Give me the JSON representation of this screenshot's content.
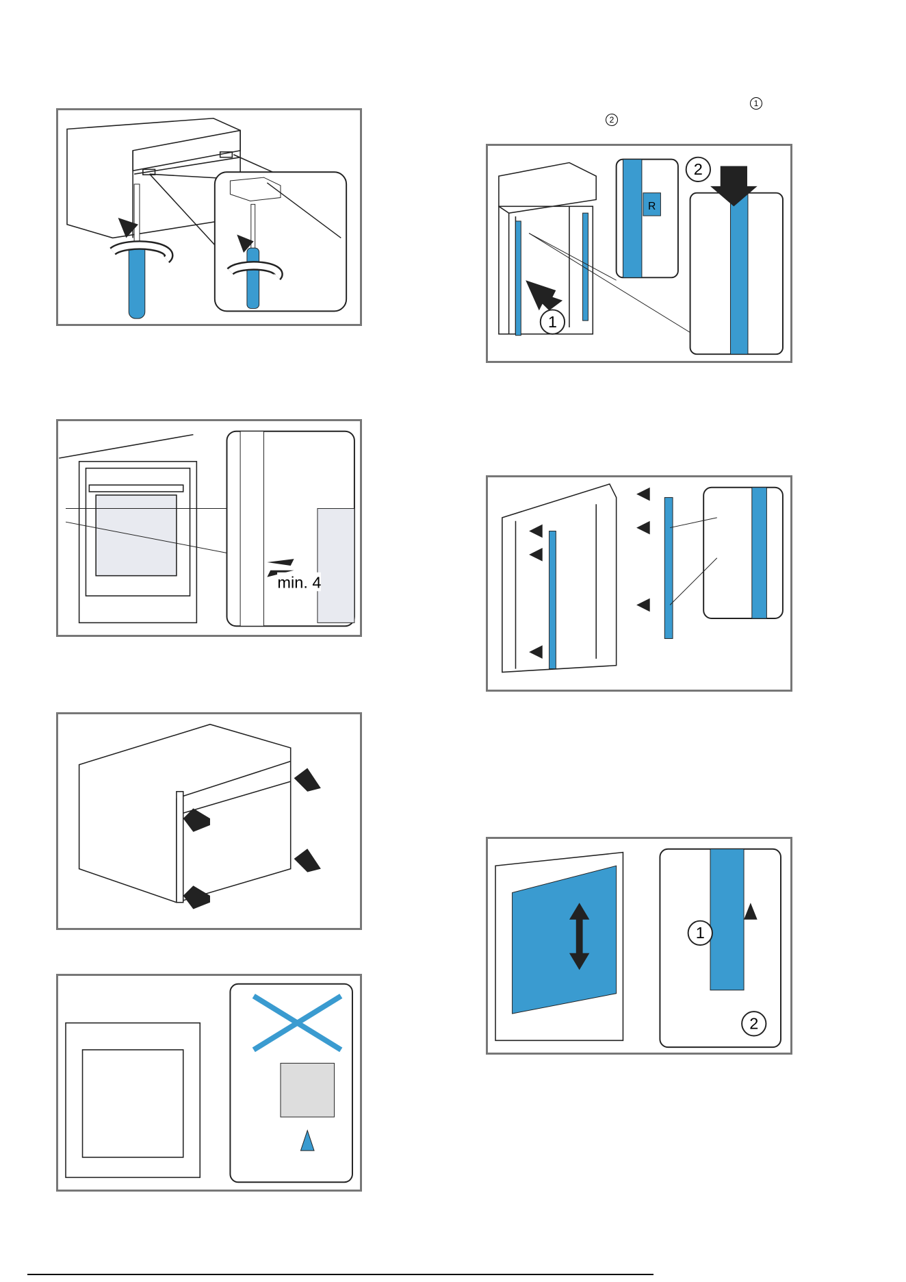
{
  "callouts": {
    "one": "1",
    "two": "2"
  },
  "glyphs": {
    "arrow_right": "→",
    "bullet": "▸",
    "check": "✔"
  },
  "figures": {
    "fig2": {
      "callout_1": "1",
      "callout_2": "2",
      "hook_letter": "R"
    },
    "fig3": {
      "dimension_label": "min. 4"
    },
    "fig8": {
      "callout_1": "1",
      "callout_2": "2"
    }
  },
  "colors": {
    "accent_blue": "#3a9bd0",
    "frame_gray": "#777777",
    "line_dark": "#222222"
  }
}
